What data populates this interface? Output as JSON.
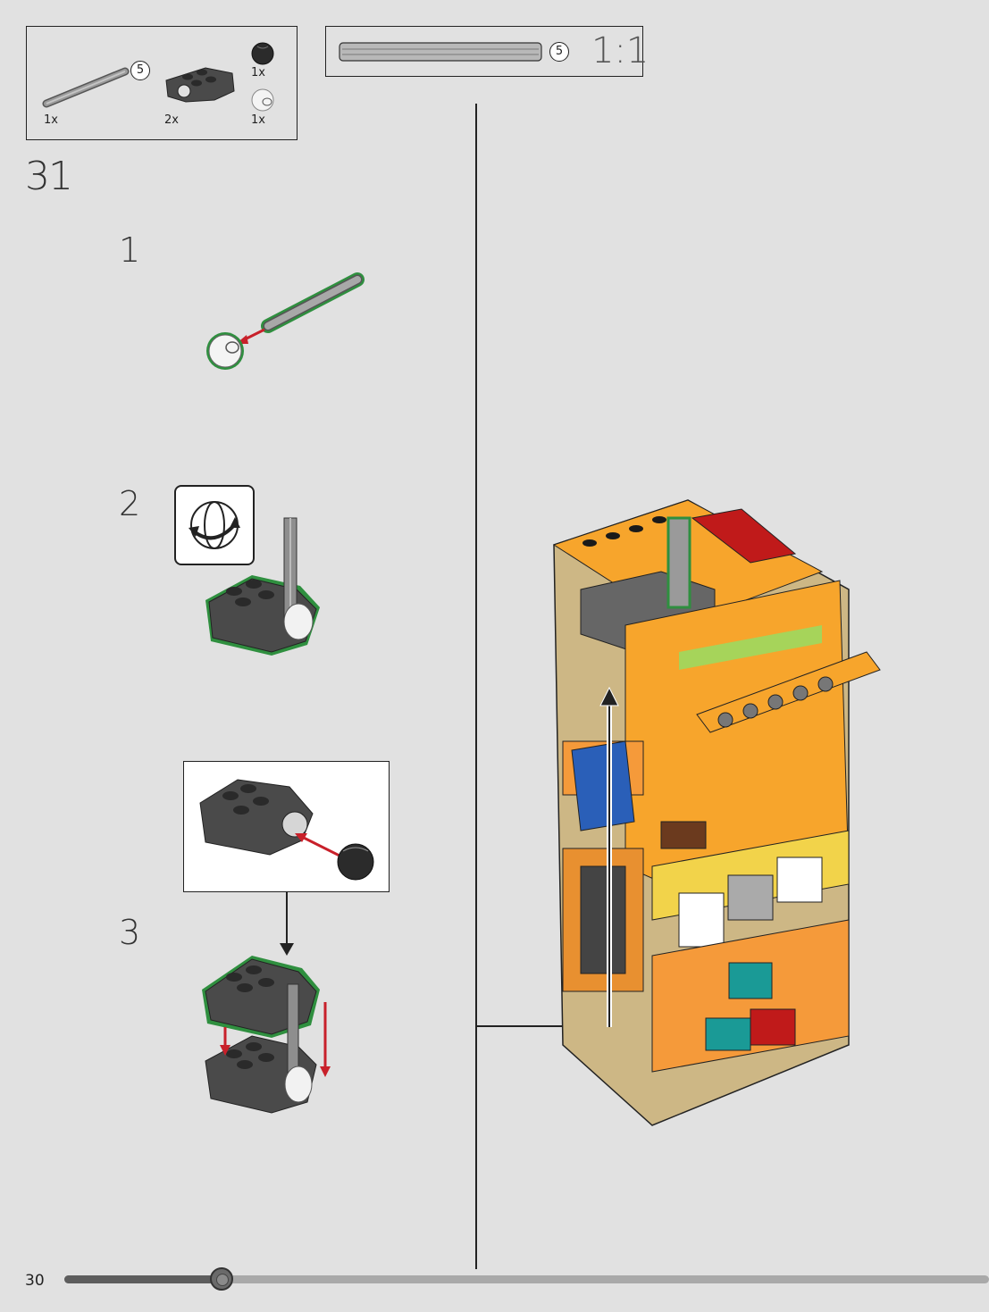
{
  "parts_list": {
    "axle_length_badge": "5",
    "axle_qty": "1x",
    "connector_qty": "2x",
    "ball_black_qty": "1x",
    "ball_white_qty": "1x"
  },
  "scale_reference": {
    "length_badge": "5",
    "scale_label": "1:1"
  },
  "step_number": "31",
  "substeps": [
    "1",
    "2",
    "3"
  ],
  "page_number": "30",
  "progress": {
    "fraction": 0.17
  },
  "colors": {
    "highlight_green": "#2f8f3f",
    "arrow_red": "#c8202a",
    "brick_orange": "#f7a52c",
    "brick_gray": "#505050",
    "tan": "#cdb785"
  }
}
